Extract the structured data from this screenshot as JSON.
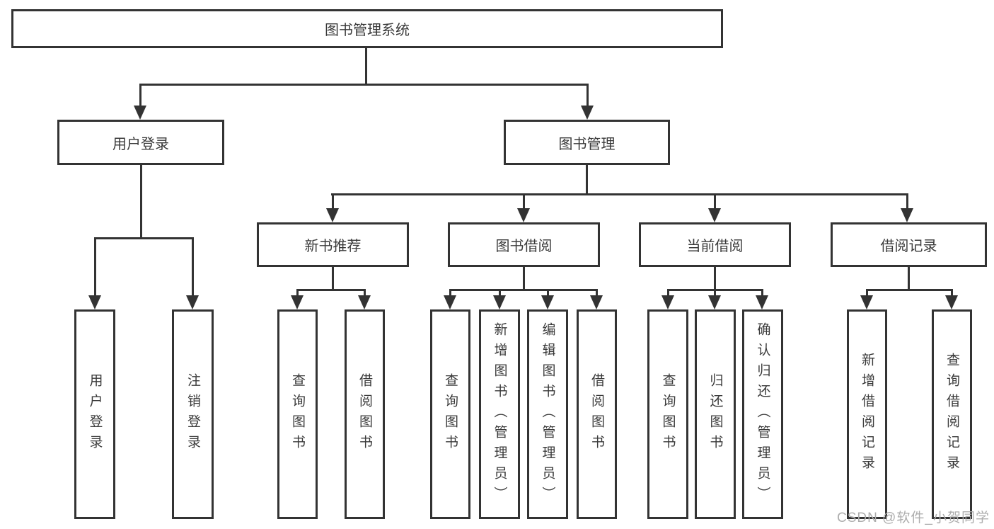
{
  "diagram": {
    "root": {
      "label": "图书管理系统"
    },
    "level2": [
      {
        "label": "用户登录"
      },
      {
        "label": "图书管理"
      }
    ],
    "level3": [
      {
        "label": "新书推荐"
      },
      {
        "label": "图书借阅"
      },
      {
        "label": "当前借阅"
      },
      {
        "label": "借阅记录"
      }
    ],
    "level4": [
      {
        "label": "用户登录"
      },
      {
        "label": "注销登录"
      },
      {
        "label": "查询图书"
      },
      {
        "label": "借阅图书"
      },
      {
        "label": "查询图书"
      },
      {
        "label": "新增图书（管理员）"
      },
      {
        "label": "编辑图书（管理员）"
      },
      {
        "label": "借阅图书"
      },
      {
        "label": "查询图书"
      },
      {
        "label": "归还图书"
      },
      {
        "label": "确认归还（管理员）"
      },
      {
        "label": "新增借阅记录"
      },
      {
        "label": "查询借阅记录"
      }
    ]
  },
  "watermark": {
    "text": "CSDN @软件_小贺同学"
  },
  "colors": {
    "line": "#333333",
    "text": "#3a3a3a",
    "background": "#ffffff",
    "watermark": "#adadad"
  }
}
